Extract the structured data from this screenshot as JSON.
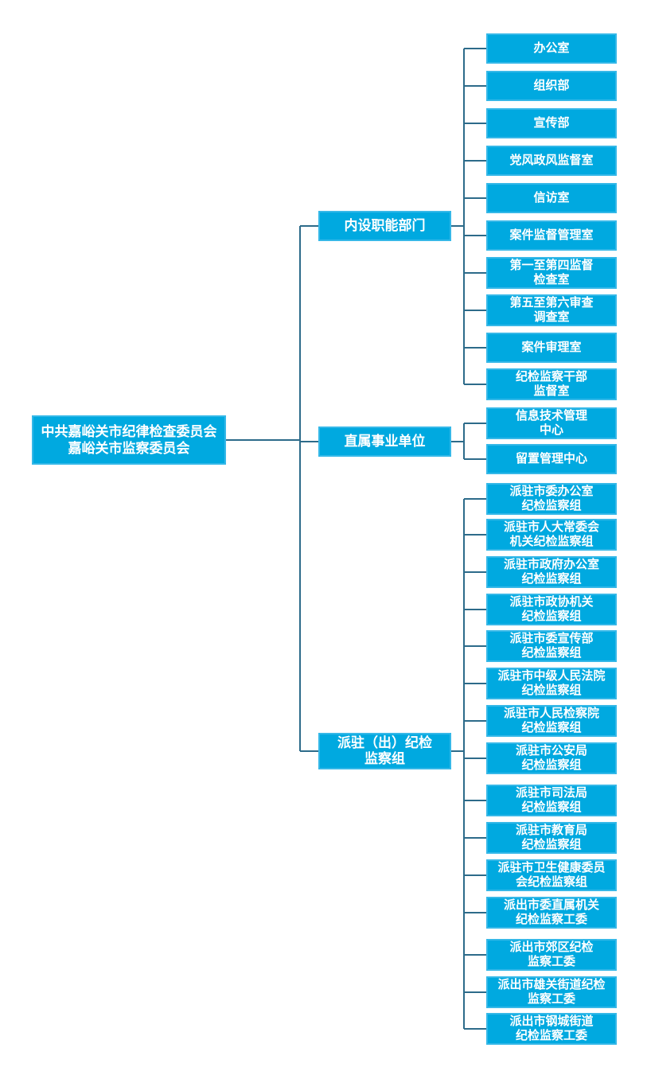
{
  "colors": {
    "node_fill": "#00a9e0",
    "node_border": "#35b8e8",
    "connector": "#2d6b8a",
    "node_text": "#ffffff",
    "background": "#ffffff"
  },
  "root": {
    "lines": [
      "中共嘉峪关市纪律检查委员会",
      "嘉峪关市监察委员会"
    ]
  },
  "groups": [
    {
      "label_lines": [
        "内设职能部门"
      ],
      "children": [
        [
          "办公室"
        ],
        [
          "组织部"
        ],
        [
          "宣传部"
        ],
        [
          "党风政风监督室"
        ],
        [
          "信访室"
        ],
        [
          "案件监督管理室"
        ],
        [
          "第一至第四监督",
          "检查室"
        ],
        [
          "第五至第六审查",
          "调查室"
        ],
        [
          "案件审理室"
        ],
        [
          "纪检监察干部",
          "监督室"
        ]
      ]
    },
    {
      "label_lines": [
        "直属事业单位"
      ],
      "children": [
        [
          "信息技术管理",
          "中心"
        ],
        [
          "留置管理中心"
        ]
      ]
    },
    {
      "label_lines": [
        "派驻（出）纪检",
        "监察组"
      ],
      "children": [
        [
          "派驻市委办公室",
          "纪检监察组"
        ],
        [
          "派驻市人大常委会",
          "机关纪检监察组"
        ],
        [
          "派驻市政府办公室",
          "纪检监察组"
        ],
        [
          "派驻市政协机关",
          "纪检监察组"
        ],
        [
          "派驻市委宣传部",
          "纪检监察组"
        ],
        [
          "派驻市中级人民法院",
          "纪检监察组"
        ],
        [
          "派驻市人民检察院",
          "纪检监察组"
        ],
        [
          "派驻市公安局",
          "纪检监察组"
        ],
        [
          "派驻市司法局",
          "纪检监察组"
        ],
        [
          "派驻市教育局",
          "纪检监察组"
        ],
        [
          "派驻市卫生健康委员",
          "会纪检监察组"
        ],
        [
          "派出市委直属机关",
          "纪检监察工委"
        ],
        [
          "派出市郊区纪检",
          "监察工委"
        ],
        [
          "派出市雄关街道纪检",
          "监察工委"
        ],
        [
          "派出市钢城街道",
          "纪检监察工委"
        ]
      ]
    }
  ]
}
